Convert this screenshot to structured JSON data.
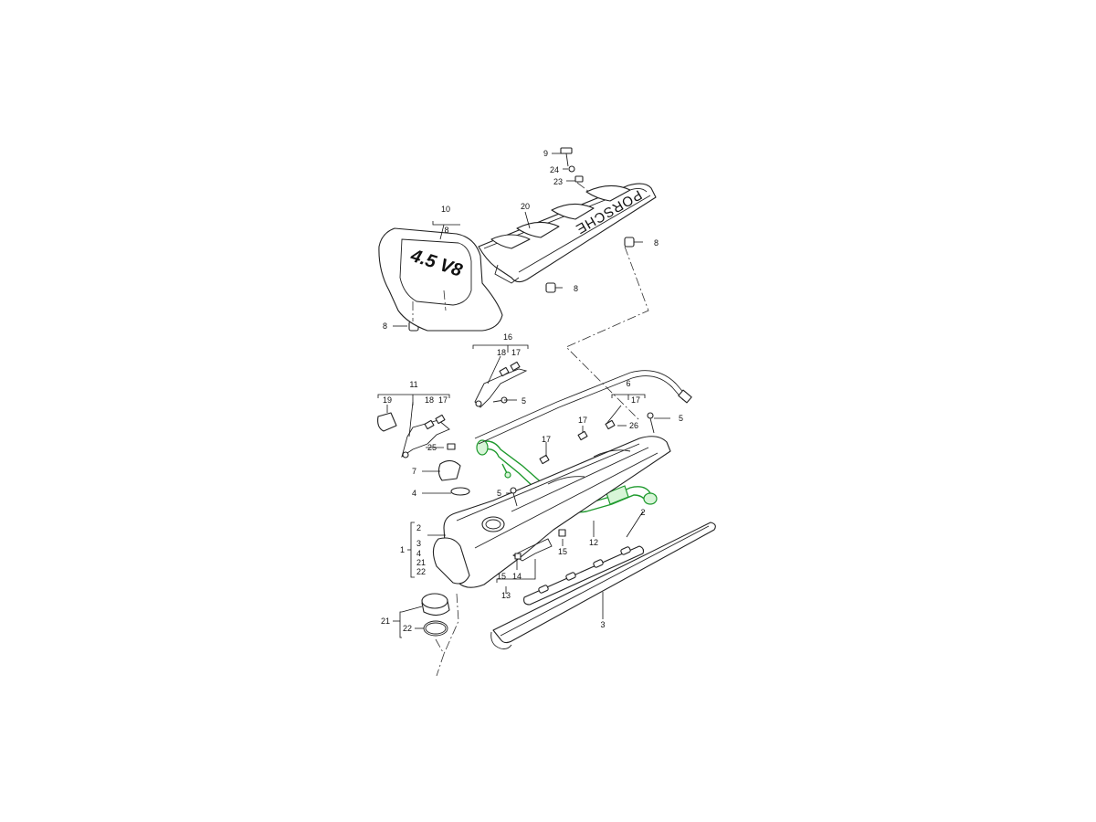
{
  "diagram": {
    "highlight_color": "#1f9a2e",
    "badge_text": "4.5 V8",
    "brand_text": "PORSCHE",
    "callouts": {
      "c9": "9",
      "c24": "24",
      "c23": "23",
      "c20": "20",
      "c8a": "8",
      "c10": "10",
      "c8b": "8",
      "c8c": "8",
      "c8d": "8",
      "c16": "16",
      "c18a": "18",
      "c17a": "17",
      "c5a": "5",
      "c11": "11",
      "c19": "19",
      "c18b": "18",
      "c17b": "17",
      "c6": "6",
      "c17c": "17",
      "c5b": "5",
      "c17d": "17",
      "c26": "26",
      "c25": "25",
      "c17e": "17",
      "c7": "7",
      "c5c": "5",
      "c4": "4",
      "c2a": "2",
      "c1": "1",
      "c2b": "2",
      "c3a": "3",
      "c4b": "4",
      "c21a": "21",
      "c22a": "22",
      "c12": "12",
      "c15a": "15",
      "c14": "14",
      "c15b": "15",
      "c13": "13",
      "c21b": "21",
      "c22b": "22",
      "c3b": "3"
    }
  }
}
